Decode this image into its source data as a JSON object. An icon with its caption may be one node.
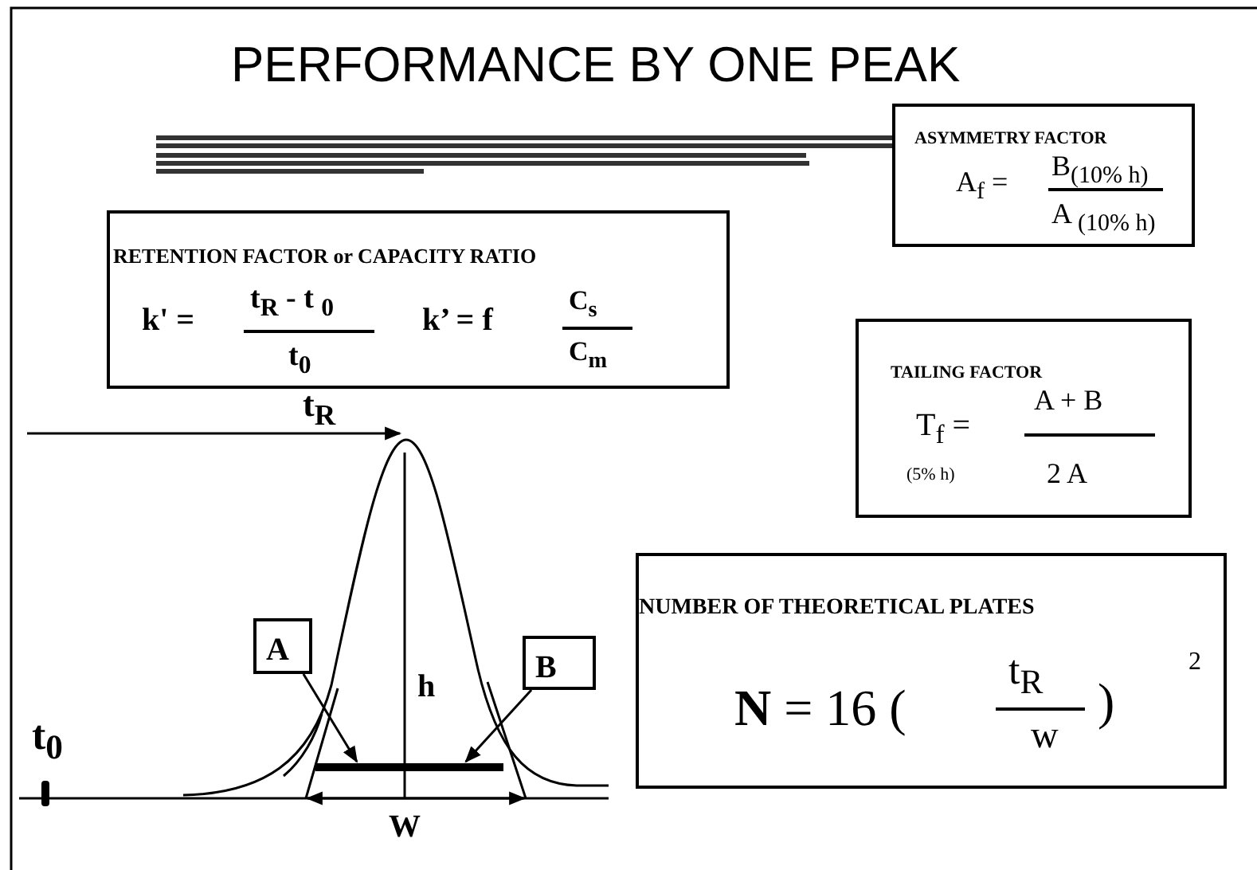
{
  "diagram": {
    "title": "PERFORMANCE BY ONE PEAK",
    "nodes": [
      {
        "text": [
          "ASYMMETRY FACTOR",
          "A$_{f}$ =",
          "B$_{(10% h)}$",
          "A $_{(10% h)}$"
        ]
      },
      {
        "text": [
          "RETENTION FACTOR or CAPACITY RATIO",
          "k' =",
          "t$_{R}$ - t $_{0}$",
          "t$_{0}$",
          "k’ = f",
          "C$_{s}$",
          "C$_{m}$"
        ]
      },
      {
        "text": [
          "TAILING FACTOR",
          "T$_{f}$ =",
          "(5% h)",
          "A + B",
          "2 A"
        ]
      },
      {
        "text": [
          "NUMBER OF THEORETICAL PLATES",
          "**N** = 16 (",
          "t$_{R}$",
          "w",
          ")",
          "2"
        ]
      },
      {
        "text": [
          "A"
        ]
      },
      {
        "text": [
          "B"
        ]
      },
      {
        "text": [],
        "shape": "bar"
      }
    ],
    "edges": [
      {
        "from": 4,
        "to": 6,
        "arrow": "to"
      },
      {
        "from": 5,
        "to": 6,
        "arrow": "to"
      }
    ],
    "labels": [
      "t$_{R}$",
      "h",
      "t$_{0}$",
      "W"
    ]
  }
}
